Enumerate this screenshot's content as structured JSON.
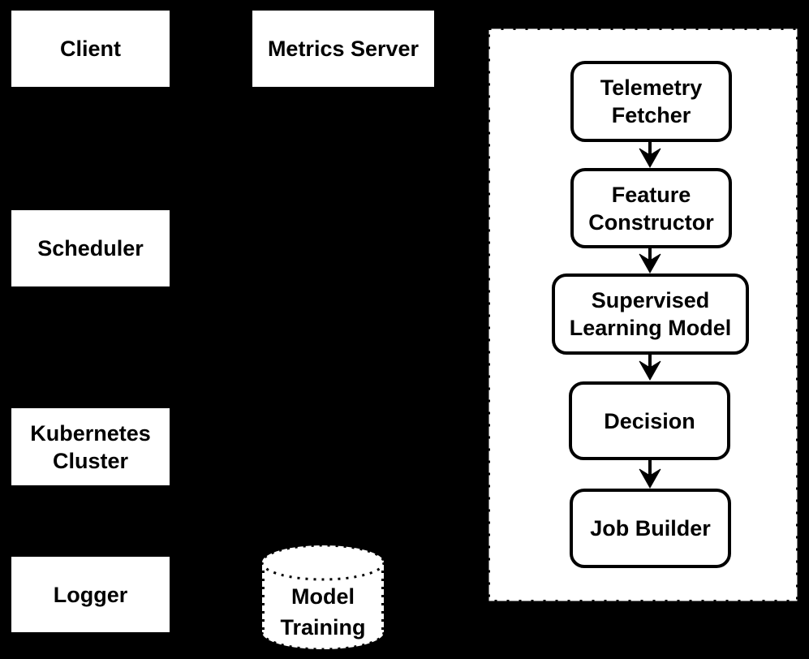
{
  "canvas": {
    "background_color": "#000000",
    "panel_fill_color": "#ffffff",
    "stroke_color": "#000000",
    "text_color": "#000000"
  },
  "nodes": {
    "client": {
      "label": "Client",
      "shape": "rectangle"
    },
    "metrics_server": {
      "label": "Metrics Server",
      "shape": "rectangle"
    },
    "scheduler": {
      "label": "Scheduler",
      "shape": "rectangle"
    },
    "kubernetes_cluster": {
      "label": "Kubernetes Cluster",
      "shape": "rectangle"
    },
    "logger": {
      "label": "Logger",
      "shape": "rectangle"
    },
    "model_training": {
      "label": "Model Training",
      "shape": "cylinder",
      "border_style": "dotted"
    }
  },
  "pipeline_panel": {
    "border_style": "dotted",
    "flow_direction": "top-to-bottom",
    "steps": [
      {
        "id": "telemetry-fetcher",
        "label": "Telemetry Fetcher"
      },
      {
        "id": "feature-constructor",
        "label": "Feature Constructor"
      },
      {
        "id": "supervised-learning-model",
        "label": "Supervised Learning Model"
      },
      {
        "id": "decision",
        "label": "Decision"
      },
      {
        "id": "job-builder",
        "label": "Job Builder"
      }
    ],
    "edges": [
      {
        "from": "telemetry-fetcher",
        "to": "feature-constructor"
      },
      {
        "from": "feature-constructor",
        "to": "supervised-learning-model"
      },
      {
        "from": "supervised-learning-model",
        "to": "decision"
      },
      {
        "from": "decision",
        "to": "job-builder"
      }
    ]
  }
}
